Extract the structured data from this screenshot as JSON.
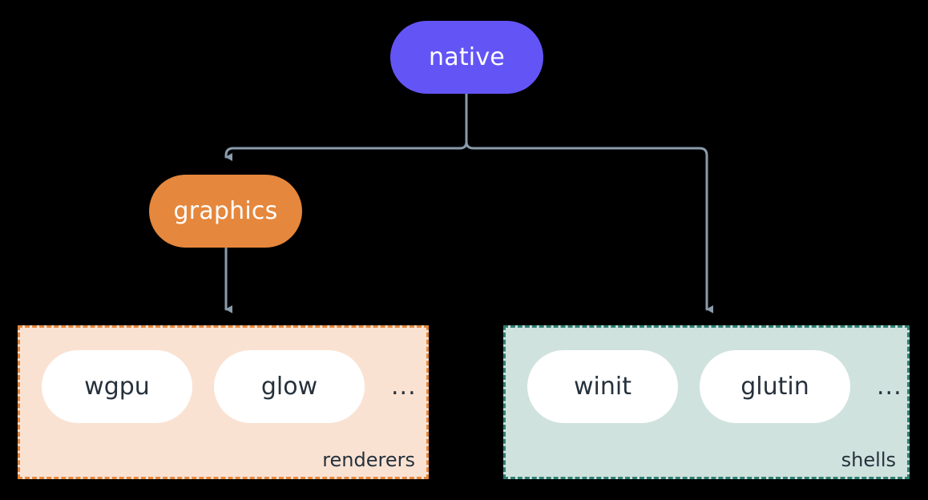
{
  "diagram": {
    "type": "flowchart",
    "direction": "top-down",
    "background": "#000000",
    "nodes": [
      {
        "id": "native",
        "label": "native",
        "fill": "#6355f5",
        "text_color": "#ffffff",
        "shape": "stadium"
      },
      {
        "id": "graphics",
        "label": "graphics",
        "fill": "#e5873c",
        "text_color": "#ffffff",
        "shape": "stadium"
      }
    ],
    "groups": [
      {
        "id": "renderers",
        "label": "renderers",
        "fill": "#fae2d3",
        "border_color": "#e5873c",
        "border_style": "dashed",
        "label_color": "#25313c",
        "items": [
          {
            "label": "wgpu",
            "fill": "#ffffff",
            "text_color": "#25313c"
          },
          {
            "label": "glow",
            "fill": "#ffffff",
            "text_color": "#25313c"
          }
        ],
        "overflow": "..."
      },
      {
        "id": "shells",
        "label": "shells",
        "fill": "#cfe2de",
        "border_color": "#2f8073",
        "border_style": "dashed",
        "label_color": "#25313c",
        "items": [
          {
            "label": "winit",
            "fill": "#ffffff",
            "text_color": "#25313c"
          },
          {
            "label": "glutin",
            "fill": "#ffffff",
            "text_color": "#25313c"
          }
        ],
        "overflow": "..."
      }
    ],
    "edges": [
      {
        "id": "native-to-graphics",
        "from": "native",
        "to": "graphics",
        "style": "elbow",
        "arrow": "triangle"
      },
      {
        "id": "native-to-shells",
        "from": "native",
        "to": "shells",
        "style": "elbow",
        "arrow": "triangle"
      },
      {
        "id": "graphics-to-renderers",
        "from": "graphics",
        "to": "renderers",
        "style": "straight",
        "arrow": "triangle"
      }
    ],
    "edge_color": "#8a9bab"
  }
}
